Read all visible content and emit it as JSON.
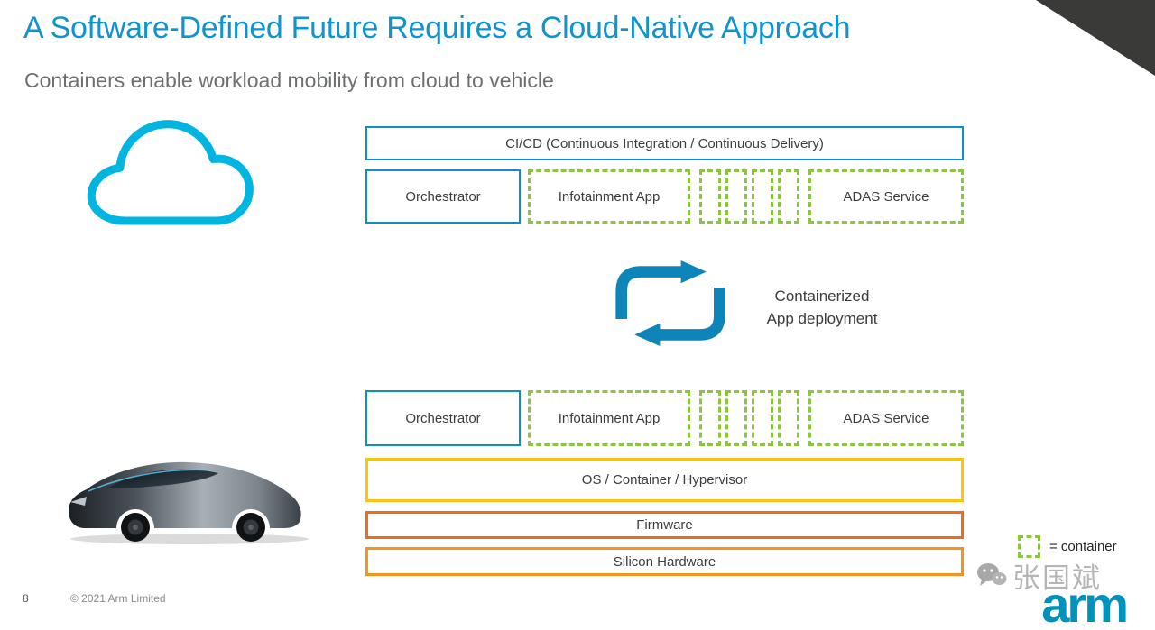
{
  "slide": {
    "title": "A Software-Defined Future Requires a Cloud-Native Approach",
    "subtitle": "Containers enable workload mobility from cloud to vehicle",
    "page_number": "8",
    "copyright": "© 2021 Arm Limited"
  },
  "cloud_stack": {
    "cicd": "CI/CD (Continuous Integration / Continuous Delivery)",
    "orchestrator": "Orchestrator",
    "infotainment": "Infotainment App",
    "adas": "ADAS Service"
  },
  "deployment": {
    "line1": "Containerized",
    "line2": "App deployment"
  },
  "vehicle_stack": {
    "orchestrator": "Orchestrator",
    "infotainment": "Infotainment App",
    "adas": "ADAS Service",
    "os": "OS / Container / Hypervisor",
    "firmware": "Firmware",
    "silicon": "Silicon Hardware"
  },
  "legend": {
    "container": "= container"
  },
  "branding": {
    "logo": "arm",
    "watermark": "张国斌"
  },
  "icons": {
    "cloud": "cloud-icon",
    "cycle": "deployment-cycle-icon",
    "car": "concept-car-image",
    "wechat": "wechat-icon"
  },
  "colors": {
    "title_blue": "#1193CF",
    "box_blue": "#0E8FC6",
    "container_green": "#8CC63F",
    "os_yellow": "#FFC20E",
    "firmware_orange": "#ED6C1E",
    "silicon_orange": "#F5931E",
    "cloud_cyan": "#00B5E0",
    "corner_dark": "#3A3A39",
    "logo_blue": "#0091BD"
  }
}
